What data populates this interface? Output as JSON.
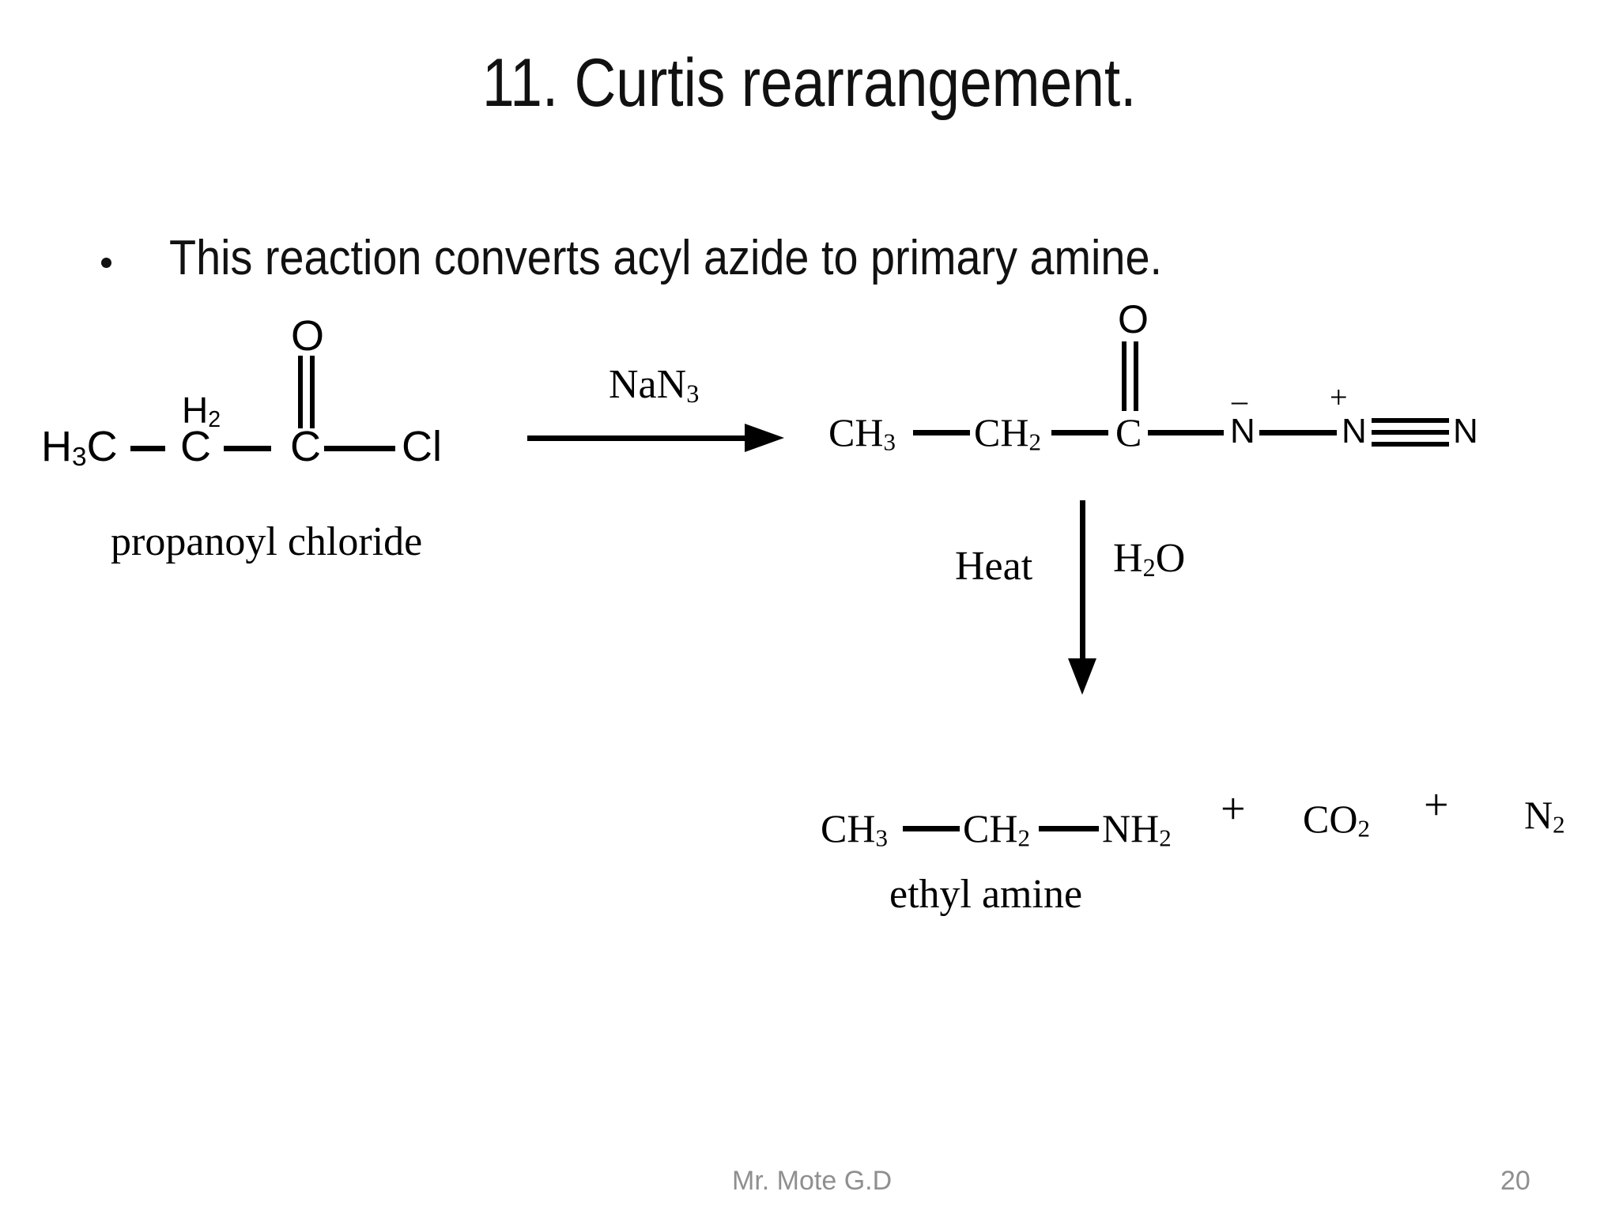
{
  "slide": {
    "title": "11. Curtis rearrangement.",
    "bullet": "This reaction converts acyl azide to primary amine.",
    "footer": {
      "author": "Mr. Mote G.D",
      "page": "20"
    }
  },
  "reactant": {
    "name": "propanoyl chloride",
    "h3c": {
      "h": "H",
      "sub": "3",
      "c": "C"
    },
    "ch2_h": {
      "h": "H",
      "sub": "2"
    },
    "ch2_c": "C",
    "carbonyl_c": "C",
    "o": "O",
    "cl": "Cl"
  },
  "arrow1": {
    "reagent": {
      "main": "NaN",
      "sub": "3"
    }
  },
  "azide": {
    "ch3": {
      "main": "CH",
      "sub": "3"
    },
    "ch2": {
      "main": "CH",
      "sub": "2"
    },
    "c": "C",
    "o": "O",
    "n1": "N",
    "n1_charge": "–",
    "n2": "N",
    "n2_charge": "+",
    "n3": "N"
  },
  "arrow2": {
    "left": "Heat",
    "right": {
      "h": "H",
      "sub": "2",
      "o": "O"
    }
  },
  "products": {
    "amine": {
      "name": "ethyl amine",
      "ch3": {
        "main": "CH",
        "sub": "3"
      },
      "ch2": {
        "main": "CH",
        "sub": "2"
      },
      "nh2": {
        "main": "NH",
        "sub": "2"
      }
    },
    "plus1": "+",
    "co2": {
      "main": "CO",
      "sub": "2"
    },
    "plus2": "+",
    "n2": {
      "main": "N",
      "sub": "2"
    }
  }
}
